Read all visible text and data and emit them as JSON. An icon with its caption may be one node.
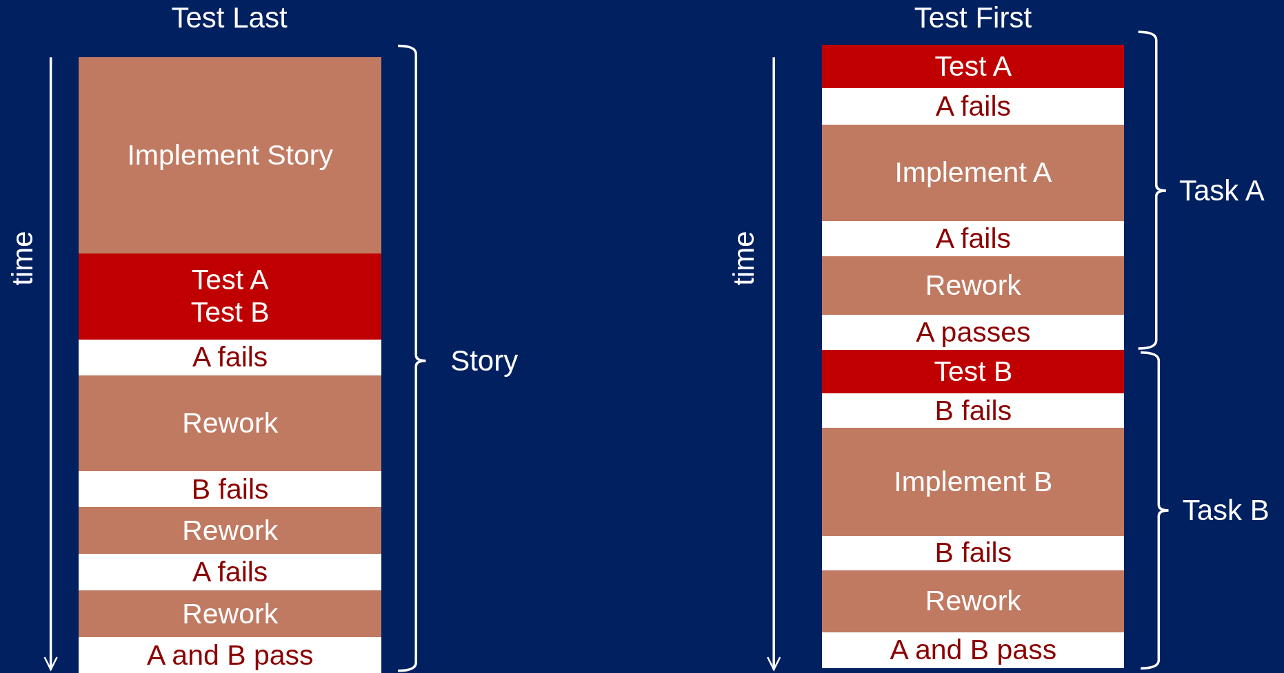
{
  "diagram": {
    "nodes": [
      {
        "text": [
          "Implement Story"
        ]
      },
      {
        "text": [
          "Test A",
          "Test B"
        ]
      },
      {
        "text": [
          "A fails"
        ]
      },
      {
        "text": [
          "Rework"
        ]
      },
      {
        "text": [
          "B fails"
        ]
      },
      {
        "text": [
          "Rework"
        ]
      },
      {
        "text": [
          "A fails"
        ]
      },
      {
        "text": [
          "Rework"
        ]
      },
      {
        "text": [
          "A and B pass"
        ]
      },
      {
        "text": [
          "Test A"
        ]
      },
      {
        "text": [
          "A fails"
        ]
      },
      {
        "text": [
          "Implement A"
        ]
      },
      {
        "text": [
          "A fails"
        ]
      },
      {
        "text": [
          "Rework"
        ]
      },
      {
        "text": [
          "A passes"
        ]
      },
      {
        "text": [
          "Test B"
        ]
      },
      {
        "text": [
          "B fails"
        ]
      },
      {
        "text": [
          "Implement B"
        ]
      },
      {
        "text": [
          "B fails"
        ]
      },
      {
        "text": [
          "Rework"
        ]
      },
      {
        "text": [
          "A and B pass"
        ]
      }
    ],
    "edges": [],
    "labels": [
      "Test Last",
      "Test First",
      "time",
      "Story",
      "time",
      "Task A",
      "Task B"
    ]
  }
}
